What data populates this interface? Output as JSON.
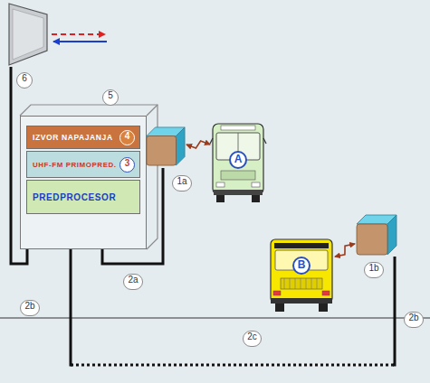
{
  "diagram": {
    "nodes": [
      {
        "text": [
          "6"
        ]
      },
      {
        "text": [
          "5"
        ]
      },
      {
        "text": [
          "IZVOR NAPAJANJA",
          "4"
        ],
        "in": 1
      },
      {
        "text": [
          "UHF-FM PRIMOPRED.",
          "3"
        ],
        "in": 1
      },
      {
        "text": [
          "PREDPROCESOR"
        ],
        "in": 1
      },
      {
        "text": [
          "1a"
        ]
      },
      {
        "text": [
          "A"
        ]
      },
      {
        "text": [
          "1b"
        ]
      },
      {
        "text": [
          "B"
        ]
      }
    ],
    "edges": [
      {
        "from": 0,
        "to": 1,
        "arrow": "none"
      },
      {
        "from": 1,
        "to": 5,
        "arrow": "none"
      },
      {
        "from": 1,
        "to": 7,
        "arrow": "none"
      },
      {
        "from": 5,
        "to": 6,
        "arrow": "both"
      },
      {
        "from": 7,
        "to": 8,
        "arrow": "both"
      }
    ],
    "labels": [
      "2a",
      "2b",
      "2b",
      "2c"
    ]
  }
}
